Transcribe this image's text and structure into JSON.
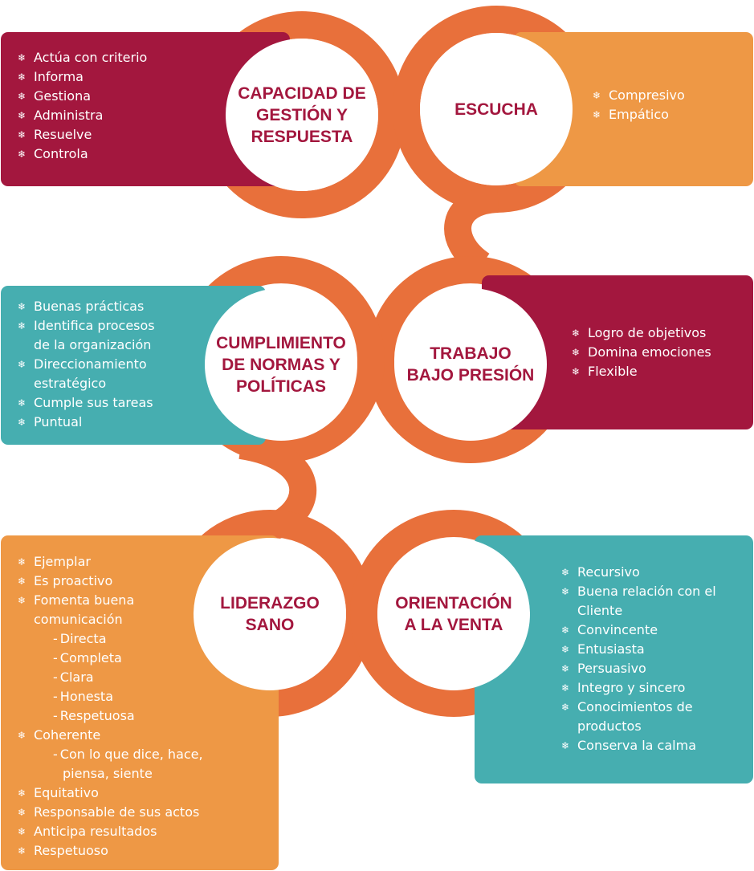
{
  "colors": {
    "connector": "#e8703b",
    "crimson": "#a3173e",
    "orange": "#ee9845",
    "teal": "#46aeb0",
    "title_text": "#a3173e"
  },
  "bullet_icon": "snowflake-icon",
  "bullet_glyph": "❄",
  "nodes": [
    {
      "id": "capacidad",
      "title_lines": [
        "CAPACIDAD DE",
        "GESTIÓN Y",
        "RESPUESTA"
      ],
      "items": [
        {
          "text": "Actúa con criterio",
          "kind": "bullet"
        },
        {
          "text": "Informa",
          "kind": "bullet"
        },
        {
          "text": "Gestiona",
          "kind": "bullet"
        },
        {
          "text": "Administra",
          "kind": "bullet"
        },
        {
          "text": "Resuelve",
          "kind": "bullet"
        },
        {
          "text": "Controla",
          "kind": "bullet"
        }
      ]
    },
    {
      "id": "escucha",
      "title_lines": [
        "ESCUCHA"
      ],
      "items": [
        {
          "text": "Compresivo",
          "kind": "bullet"
        },
        {
          "text": "Empático",
          "kind": "bullet"
        }
      ]
    },
    {
      "id": "cumplimiento",
      "title_lines": [
        "CUMPLIMIENTO",
        "DE NORMAS Y",
        "POLÍTICAS"
      ],
      "items": [
        {
          "text": "Buenas prácticas",
          "kind": "bullet"
        },
        {
          "text": "Identifica procesos",
          "kind": "bullet"
        },
        {
          "text": "de la organización",
          "kind": "cont"
        },
        {
          "text": "Direccionamiento",
          "kind": "bullet"
        },
        {
          "text": "estratégico",
          "kind": "cont"
        },
        {
          "text": "Cumple sus tareas",
          "kind": "bullet"
        },
        {
          "text": "Puntual",
          "kind": "bullet"
        }
      ]
    },
    {
      "id": "trabajo",
      "title_lines": [
        "TRABAJO",
        "BAJO PRESIÓN"
      ],
      "items": [
        {
          "text": "Logro de objetivos",
          "kind": "bullet"
        },
        {
          "text": "Domina emociones",
          "kind": "bullet"
        },
        {
          "text": "Flexible",
          "kind": "bullet"
        }
      ]
    },
    {
      "id": "liderazgo",
      "title_lines": [
        "LIDERAZGO",
        "SANO"
      ],
      "items": [
        {
          "text": "Ejemplar",
          "kind": "bullet"
        },
        {
          "text": "Es proactivo",
          "kind": "bullet"
        },
        {
          "text": "Fomenta buena",
          "kind": "bullet"
        },
        {
          "text": "comunicación",
          "kind": "cont"
        },
        {
          "text": "Directa",
          "kind": "sub"
        },
        {
          "text": "Completa",
          "kind": "sub"
        },
        {
          "text": "Clara",
          "kind": "sub"
        },
        {
          "text": "Honesta",
          "kind": "sub"
        },
        {
          "text": "Respetuosa",
          "kind": "sub"
        },
        {
          "text": "Coherente",
          "kind": "bullet"
        },
        {
          "text": "Con lo que dice, hace,",
          "kind": "sub"
        },
        {
          "text": "piensa, siente",
          "kind": "subcont"
        },
        {
          "text": "Equitativo",
          "kind": "bullet"
        },
        {
          "text": "Responsable de sus actos",
          "kind": "bullet"
        },
        {
          "text": "Anticipa resultados",
          "kind": "bullet"
        },
        {
          "text": "Respetuoso",
          "kind": "bullet"
        }
      ]
    },
    {
      "id": "orientacion",
      "title_lines": [
        "ORIENTACIÓN",
        "A LA VENTA"
      ],
      "items": [
        {
          "text": "Recursivo",
          "kind": "bullet"
        },
        {
          "text": "Buena relación con el",
          "kind": "bullet"
        },
        {
          "text": "Cliente",
          "kind": "cont"
        },
        {
          "text": "Convincente",
          "kind": "bullet"
        },
        {
          "text": "Entusiasta",
          "kind": "bullet"
        },
        {
          "text": "Persuasivo",
          "kind": "bullet"
        },
        {
          "text": "Integro y sincero",
          "kind": "bullet"
        },
        {
          "text": "Conocimientos de",
          "kind": "bullet"
        },
        {
          "text": "productos",
          "kind": "cont"
        },
        {
          "text": "Conserva la calma",
          "kind": "bullet"
        }
      ]
    }
  ]
}
